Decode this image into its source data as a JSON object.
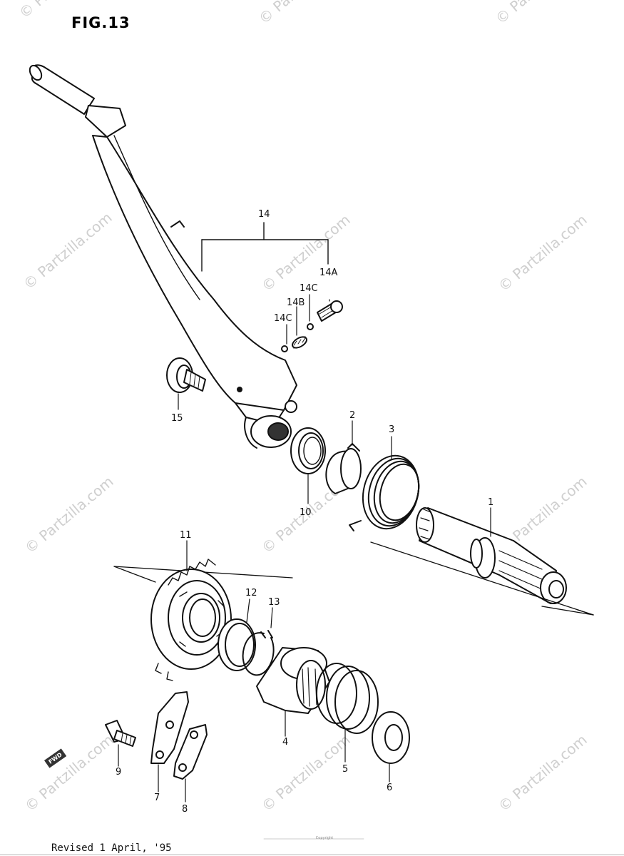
{
  "figure": {
    "title": "FIG.13",
    "revised": "Revised 1 April, '95",
    "copyright": "Copyright"
  },
  "watermark": {
    "text": "© Partzilla.com",
    "color": "#cfcfcf"
  },
  "direction_tag": "FWD",
  "callouts": {
    "p1": "1",
    "p2": "2",
    "p3": "3",
    "p4": "4",
    "p5": "5",
    "p6": "6",
    "p7": "7",
    "p8": "8",
    "p9": "9",
    "p10": "10",
    "p11": "11",
    "p12": "12",
    "p13": "13",
    "p14": "14",
    "p14a": "14A",
    "p14b": "14B",
    "p14c_upper": "14C",
    "p14c_lower": "14C",
    "p15": "15"
  }
}
